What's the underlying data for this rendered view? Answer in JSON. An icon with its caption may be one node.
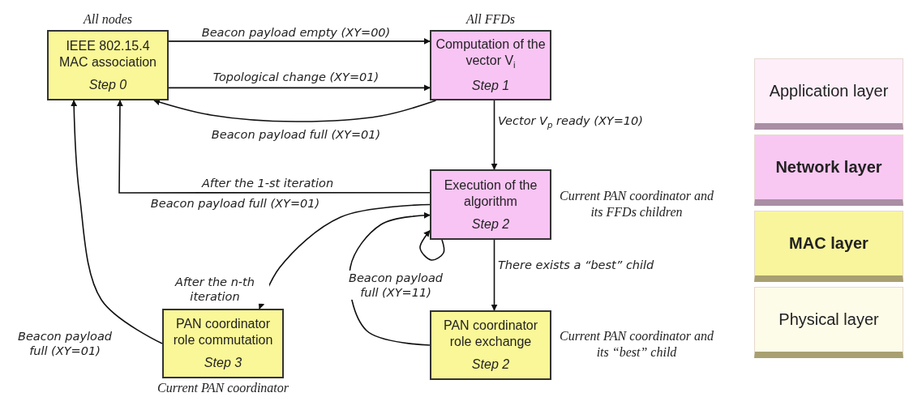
{
  "diagram": {
    "nodes": [
      {
        "text": [
          "IEEE 802.15.4 MAC association",
          "Step 0"
        ],
        "beside": [
          "All nodes"
        ]
      },
      {
        "text": [
          "Computation of the vector V$_{i}$",
          "Step 1"
        ],
        "beside": [
          "All FFDs"
        ]
      },
      {
        "text": [
          "Execution of the algorithm",
          "Step 2"
        ],
        "beside": [
          "Current PAN coordinator and its FFDs children"
        ]
      },
      {
        "text": [
          "PAN coordinator role commutation",
          "Step 3"
        ],
        "beside": [
          "Current PAN coordinator"
        ]
      },
      {
        "text": [
          "PAN coordinator role exchange",
          "Step 2"
        ],
        "beside": [
          "Current PAN coordinator and its “best” child"
        ]
      },
      {
        "text": [
          "Application layer"
        ]
      },
      {
        "text": [
          "Network layer"
        ]
      },
      {
        "text": [
          "MAC layer"
        ]
      },
      {
        "text": [
          "Physical layer"
        ]
      }
    ],
    "edges": [
      {
        "from": 0,
        "to": 1,
        "arrow": "to",
        "label": "Beacon payload empty (XY=00)"
      },
      {
        "from": 0,
        "to": 1,
        "arrow": "to",
        "label": "Topological change (XY=01)"
      },
      {
        "from": 1,
        "to": 0,
        "arrow": "to",
        "label": "Beacon payload full (XY=01)"
      },
      {
        "from": 1,
        "to": 2,
        "arrow": "to",
        "label": "Vector V$_{p}$ ready (XY=10)"
      },
      {
        "from": 2,
        "to": 0,
        "arrow": "to",
        "label": "After the 1-st iteration"
      },
      {
        "from": 2,
        "to": 3,
        "arrow": "to",
        "label": "After the n-th iteration"
      },
      {
        "from": 3,
        "to": 0,
        "arrow": "to",
        "label": "Beacon payload full (XY=01)"
      },
      {
        "from": 2,
        "to": 2,
        "arrow": "to"
      },
      {
        "from": 4,
        "to": 2,
        "arrow": "to",
        "label": "Beacon payload full (XY=11)"
      },
      {
        "from": 2,
        "to": 4,
        "arrow": "to",
        "label": "There exists a “best” child"
      }
    ],
    "labels": [
      "Beacon payload full (XY=01)"
    ]
  }
}
